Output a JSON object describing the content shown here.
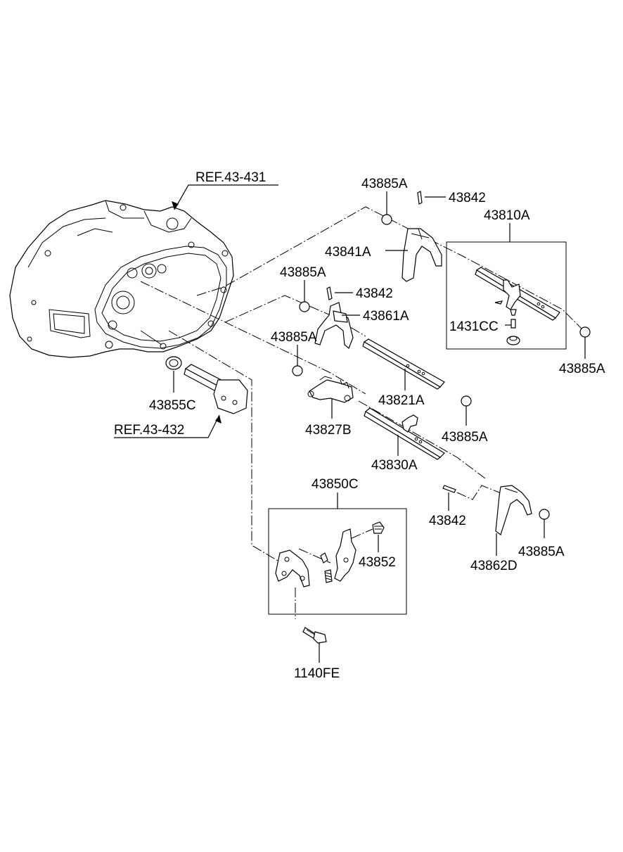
{
  "labels": {
    "ref_43_431": "REF.43-431",
    "ref_43_432": "REF.43-432",
    "p43885A_1": "43885A",
    "p43842_1": "43842",
    "p43810A": "43810A",
    "p43841A": "43841A",
    "p43885A_2": "43885A",
    "p43842_2": "43842",
    "p43861A": "43861A",
    "p1431CC": "1431CC",
    "p43885A_3": "43885A",
    "p43885A_4": "43885A",
    "p43855C": "43855C",
    "p43821A": "43821A",
    "p43827B": "43827B",
    "p43885A_5": "43885A",
    "p43830A": "43830A",
    "p43850C": "43850C",
    "p43842_3": "43842",
    "p43885A_6": "43885A",
    "p43852": "43852",
    "p43862D": "43862D",
    "p1140FE": "1140FE"
  }
}
